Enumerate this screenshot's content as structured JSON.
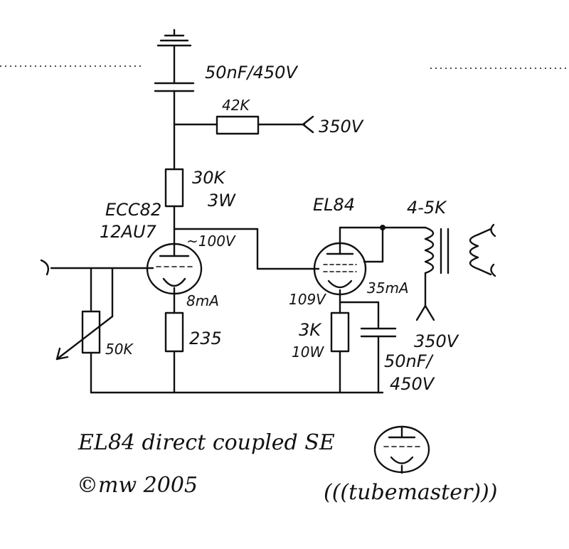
{
  "labels": {
    "cap_top": "50nF/450V",
    "r_42k": "42K",
    "supply_top": "350V",
    "r_30k_value": "30K",
    "r_30k_power": "3W",
    "tube1_name": "ECC82",
    "tube1_alt": "12AU7",
    "anode_voltage": "~100V",
    "tube2_name": "EL84",
    "transformer": "4-5K",
    "tube1_current": "8mA",
    "r_235": "235",
    "pot_50k": "50K",
    "cathode_voltage": "109V",
    "tube2_current": "35mA",
    "r_3k_value": "3K",
    "r_3k_power": "10W",
    "supply_bottom": "350V",
    "cap_bottom_line1": "50nF/",
    "cap_bottom_line2": "450V"
  },
  "footer": {
    "title": "EL84 direct coupled SE",
    "copyright": "©mw 2005",
    "brand": "(((tubemaster)))"
  }
}
